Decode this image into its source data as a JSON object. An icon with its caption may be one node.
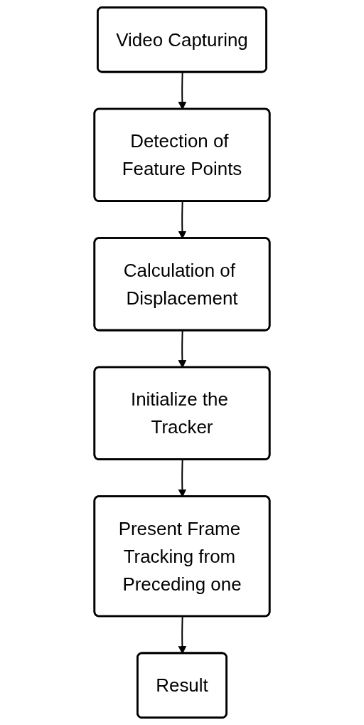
{
  "diagram": {
    "nodes": [
      {
        "text": [
          "Video Capturing"
        ]
      },
      {
        "text": [
          "Detection of Feature Points"
        ]
      },
      {
        "text": [
          "Calculation of Displacement"
        ]
      },
      {
        "text": [
          "Initialize the Tracker"
        ]
      },
      {
        "text": [
          "Present Frame Tracking from Preceding one"
        ]
      },
      {
        "text": [
          "Result"
        ]
      }
    ],
    "edges": [
      {
        "from": 0,
        "to": 1,
        "arrow": "to"
      },
      {
        "from": 1,
        "to": 2,
        "arrow": "to"
      },
      {
        "from": 2,
        "to": 3,
        "arrow": "to"
      },
      {
        "from": 3,
        "to": 4,
        "arrow": "to"
      },
      {
        "from": 4,
        "to": 5,
        "arrow": "to"
      }
    ]
  }
}
